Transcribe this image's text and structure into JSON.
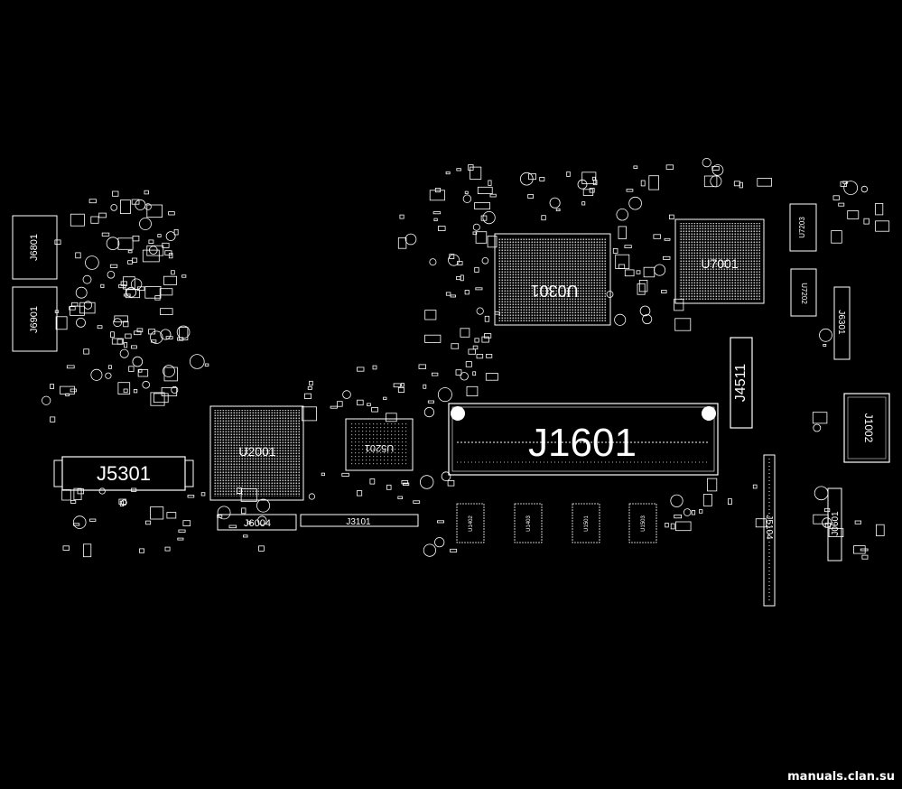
{
  "board": {
    "colors": {
      "background": "#000000",
      "outline": "#ffffff",
      "dense": "#bfbfbf"
    },
    "labels": {
      "j1601": "J1601",
      "u0301": "U0301",
      "u7001": "U7001",
      "u2001": "U2001",
      "j5301": "J5301",
      "u5201": "U5201",
      "j4511": "J4511",
      "j1002": "J1002",
      "j5104": "J5104",
      "j6004": "J6004",
      "j3101": "J3101",
      "j6801": "J6801",
      "j6901": "J6901",
      "j6301": "J6301",
      "j0601": "J0601",
      "u7203": "U7203",
      "u7202": "U7202",
      "u1402": "U1402",
      "u1403": "U1403",
      "u1501": "U1501",
      "u1503": "U1503"
    }
  },
  "watermark": "manuals.clan.su"
}
